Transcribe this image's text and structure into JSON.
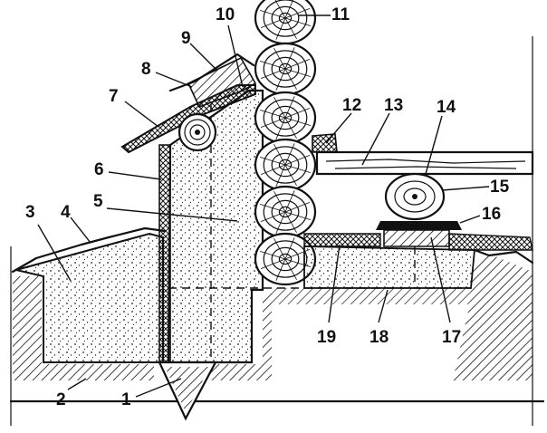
{
  "callouts": [
    {
      "id": "1",
      "text": "1"
    },
    {
      "id": "2",
      "text": "2"
    },
    {
      "id": "3",
      "text": "3"
    },
    {
      "id": "4",
      "text": "4"
    },
    {
      "id": "5",
      "text": "5"
    },
    {
      "id": "6",
      "text": "6"
    },
    {
      "id": "7",
      "text": "7"
    },
    {
      "id": "8",
      "text": "8"
    },
    {
      "id": "9",
      "text": "9"
    },
    {
      "id": "10",
      "text": "10"
    },
    {
      "id": "11",
      "text": "11"
    },
    {
      "id": "12",
      "text": "12"
    },
    {
      "id": "13",
      "text": "13"
    },
    {
      "id": "14",
      "text": "14"
    },
    {
      "id": "15",
      "text": "15"
    },
    {
      "id": "16",
      "text": "16"
    },
    {
      "id": "17",
      "text": "17"
    },
    {
      "id": "18",
      "text": "18"
    },
    {
      "id": "19",
      "text": "19"
    }
  ],
  "colors": {
    "ink": "#111111",
    "paper": "#ffffff"
  }
}
